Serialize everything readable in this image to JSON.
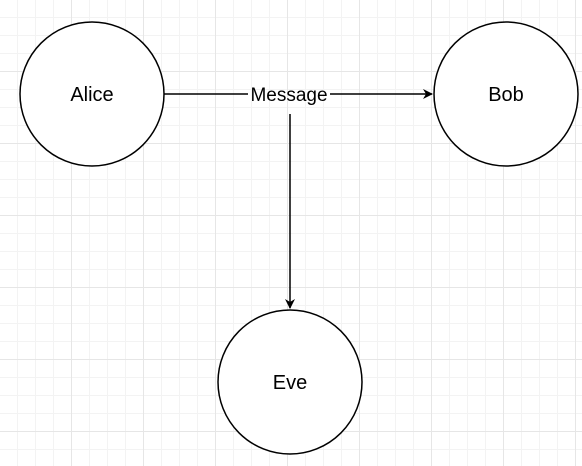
{
  "diagram": {
    "nodes": {
      "alice": {
        "label": "Alice"
      },
      "bob": {
        "label": "Bob"
      },
      "eve": {
        "label": "Eve"
      }
    },
    "edges": {
      "alice_to_bob": {
        "from": "Alice",
        "to": "Bob",
        "label": "Message"
      },
      "message_to_eve": {
        "from": "Message",
        "to": "Eve",
        "label": ""
      }
    },
    "colors": {
      "stroke": "#000000",
      "fill": "#ffffff",
      "grid": "#e6e6e6"
    }
  }
}
